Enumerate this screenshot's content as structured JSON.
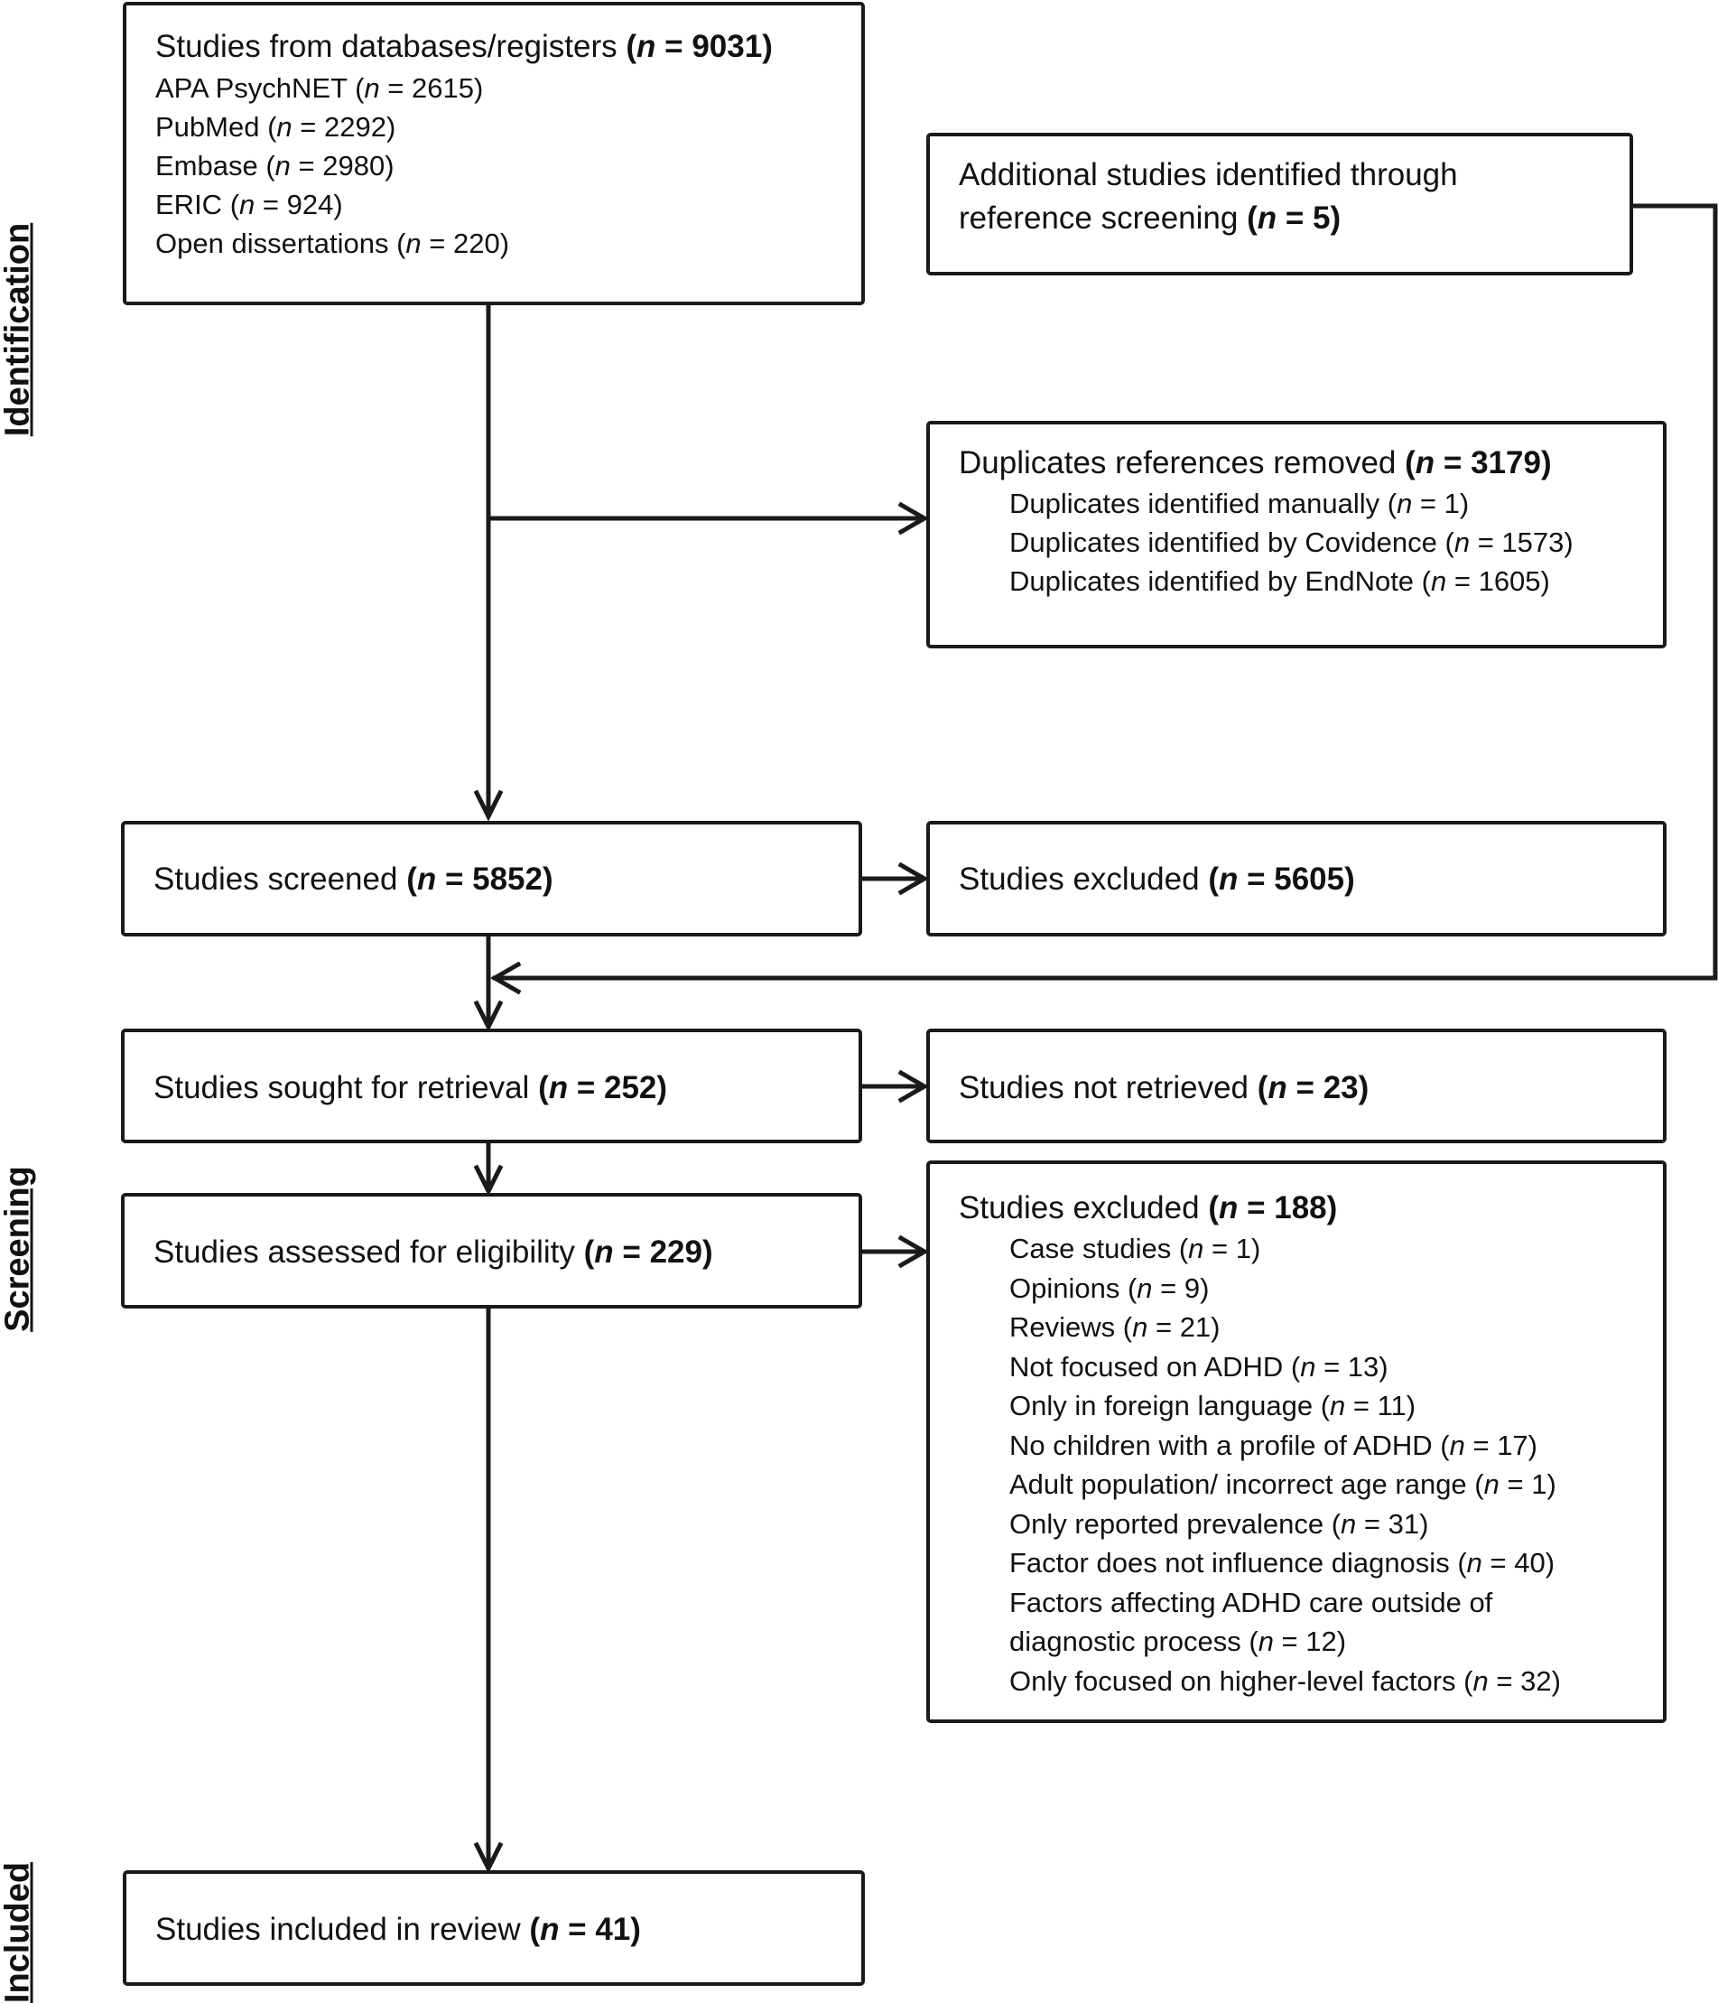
{
  "phases": {
    "identification": "Identification",
    "screening": "Screening",
    "included": "Included"
  },
  "boxes": {
    "databases": {
      "title": "Studies from databases/registers",
      "n": "9031",
      "items": [
        {
          "label": "APA PsychNET",
          "n": "2615"
        },
        {
          "label": "PubMed",
          "n": "2292"
        },
        {
          "label": "Embase",
          "n": "2980"
        },
        {
          "label": "ERIC",
          "n": "924"
        },
        {
          "label": "Open dissertations",
          "n": "220"
        }
      ]
    },
    "additional": {
      "line1": "Additional studies identified through",
      "line2": "reference screening",
      "n": "5"
    },
    "duplicates": {
      "title": "Duplicates references removed",
      "n": "3179",
      "items": [
        {
          "label": "Duplicates identified manually",
          "n": "1"
        },
        {
          "label": "Duplicates identified by Covidence",
          "n": "1573"
        },
        {
          "label": "Duplicates identified by EndNote",
          "n": "1605"
        }
      ]
    },
    "screened": {
      "title": "Studies screened",
      "n": "5852"
    },
    "excluded_screen": {
      "title": "Studies excluded",
      "n": "5605"
    },
    "sought": {
      "title": "Studies sought for retrieval",
      "n": "252"
    },
    "not_retrieved": {
      "title": "Studies not retrieved",
      "n": "23"
    },
    "assessed": {
      "title": "Studies assessed for eligibility",
      "n": "229"
    },
    "excluded_full": {
      "title": "Studies excluded",
      "n": "188",
      "items": [
        {
          "label": "Case studies",
          "n": "1"
        },
        {
          "label": "Opinions",
          "n": "9"
        },
        {
          "label": "Reviews",
          "n": "21"
        },
        {
          "label": "Not focused on ADHD",
          "n": "13"
        },
        {
          "label": "Only in foreign language",
          "n": "11"
        },
        {
          "label": "No children with a profile of ADHD",
          "n": "17"
        },
        {
          "label": "Adult population/ incorrect age range",
          "n": "1"
        },
        {
          "label": "Only reported prevalence",
          "n": "31"
        },
        {
          "label": "Factor does not influence diagnosis",
          "n": "40"
        },
        {
          "label": "Factors affecting ADHD care outside of",
          "n": ""
        },
        {
          "label": "diagnostic process",
          "n": "12"
        },
        {
          "label": "Only focused on higher-level factors",
          "n": "32"
        }
      ]
    },
    "included": {
      "title": "Studies included in review",
      "n": "41"
    }
  }
}
